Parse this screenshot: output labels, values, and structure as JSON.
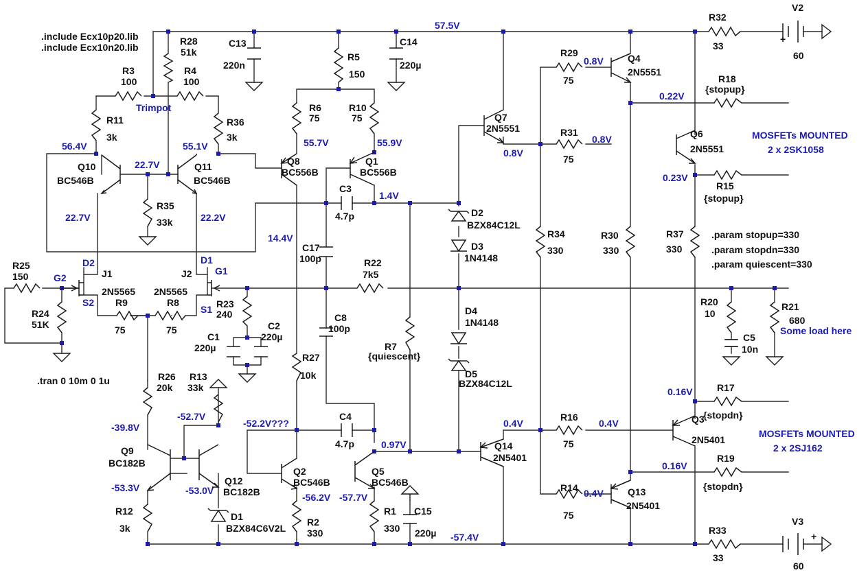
{
  "directives": [
    {
      "id": "include1",
      "text": ".include Ecx10p20.lib"
    },
    {
      "id": "include2",
      "text": ".include Ecx10n20.lib"
    },
    {
      "id": "tran",
      "text": ".tran 0 10m 0 1u"
    },
    {
      "id": "param1",
      "text": ".param stopup=330"
    },
    {
      "id": "param2",
      "text": ".param stopdn=330"
    },
    {
      "id": "param3",
      "text": ".param quiescent=330"
    }
  ],
  "components": [
    {
      "id": "R3",
      "name": "R3",
      "value": "100"
    },
    {
      "id": "R4",
      "name": "R4",
      "value": "100"
    },
    {
      "id": "R28",
      "name": "R28",
      "value": "51k"
    },
    {
      "id": "C13",
      "name": "C13",
      "value": "220n"
    },
    {
      "id": "R5",
      "name": "R5",
      "value": "150"
    },
    {
      "id": "C14",
      "name": "C14",
      "value": "220µ"
    },
    {
      "id": "R11",
      "name": "R11",
      "value": "3k"
    },
    {
      "id": "R36",
      "name": "R36",
      "value": "3k"
    },
    {
      "id": "R6",
      "name": "R6",
      "value": "75"
    },
    {
      "id": "R10",
      "name": "R10",
      "value": "75"
    },
    {
      "id": "Q10",
      "name": "Q10",
      "value": "BC546B"
    },
    {
      "id": "Q11",
      "name": "Q11",
      "value": "BC546B"
    },
    {
      "id": "Q8",
      "name": "Q8",
      "value": "BC556B"
    },
    {
      "id": "Q1",
      "name": "Q1",
      "value": "BC556B"
    },
    {
      "id": "R35",
      "name": "R35",
      "value": "33k"
    },
    {
      "id": "C3",
      "name": "C3",
      "value": "4.7p"
    },
    {
      "id": "C17",
      "name": "C17",
      "value": "100p"
    },
    {
      "id": "R22",
      "name": "R22",
      "value": "7k5"
    },
    {
      "id": "R25",
      "name": "R25",
      "value": "150"
    },
    {
      "id": "J1",
      "name": "J1",
      "value": "2N5565"
    },
    {
      "id": "J2",
      "name": "J2",
      "value": "2N5565"
    },
    {
      "id": "R24",
      "name": "R24",
      "value": "51K"
    },
    {
      "id": "R9",
      "name": "R9",
      "value": "75"
    },
    {
      "id": "R8",
      "name": "R8",
      "value": "75"
    },
    {
      "id": "R23",
      "name": "R23",
      "value": "240"
    },
    {
      "id": "C1",
      "name": "C1",
      "value": "220µ"
    },
    {
      "id": "C2",
      "name": "C2",
      "value": "220µ"
    },
    {
      "id": "C8",
      "name": "C8",
      "value": "100p"
    },
    {
      "id": "R7",
      "name": "R7",
      "value": "{quiescent}"
    },
    {
      "id": "R27",
      "name": "R27",
      "value": "10k"
    },
    {
      "id": "R26",
      "name": "R26",
      "value": "20k"
    },
    {
      "id": "R13",
      "name": "R13",
      "value": "33k"
    },
    {
      "id": "C4",
      "name": "C4",
      "value": "4.7p"
    },
    {
      "id": "Q9",
      "name": "Q9",
      "value": "BC182B"
    },
    {
      "id": "Q12",
      "name": "Q12",
      "value": "BC182B"
    },
    {
      "id": "Q2",
      "name": "Q2",
      "value": "BC546B"
    },
    {
      "id": "Q5",
      "name": "Q5",
      "value": "BC546B"
    },
    {
      "id": "R12",
      "name": "R12",
      "value": "3k"
    },
    {
      "id": "D1",
      "name": "D1",
      "value": "BZX84C6V2L"
    },
    {
      "id": "R2",
      "name": "R2",
      "value": "330"
    },
    {
      "id": "R1",
      "name": "R1",
      "value": "330"
    },
    {
      "id": "C15",
      "name": "C15",
      "value": "220µ"
    },
    {
      "id": "Q7",
      "name": "Q7",
      "value": "2N5551"
    },
    {
      "id": "D2",
      "name": "D2",
      "value": "BZX84C12L"
    },
    {
      "id": "D3",
      "name": "D3",
      "value": "1N4148"
    },
    {
      "id": "D4",
      "name": "D4",
      "value": "1N4148"
    },
    {
      "id": "D5",
      "name": "D5",
      "value": "BZX84C12L"
    },
    {
      "id": "Q14",
      "name": "Q14",
      "value": "2N5401"
    },
    {
      "id": "R29",
      "name": "R29",
      "value": "75"
    },
    {
      "id": "R31",
      "name": "R31",
      "value": "75"
    },
    {
      "id": "R34",
      "name": "R34",
      "value": "330"
    },
    {
      "id": "R16",
      "name": "R16",
      "value": "75"
    },
    {
      "id": "R14",
      "name": "R14",
      "value": "75"
    },
    {
      "id": "Q4",
      "name": "Q4",
      "value": "2N5551"
    },
    {
      "id": "Q6",
      "name": "Q6",
      "value": "2N5551"
    },
    {
      "id": "R30",
      "name": "R30",
      "value": "330"
    },
    {
      "id": "Q3",
      "name": "Q3",
      "value": "2N5401"
    },
    {
      "id": "Q13",
      "name": "Q13",
      "value": "2N5401"
    },
    {
      "id": "R18",
      "name": "R18",
      "value": "{stopup}"
    },
    {
      "id": "R15",
      "name": "R15",
      "value": "{stopup}"
    },
    {
      "id": "R37",
      "name": "R37",
      "value": "330"
    },
    {
      "id": "R17",
      "name": "R17",
      "value": "{stopdn}"
    },
    {
      "id": "R19",
      "name": "R19",
      "value": "{stopdn}"
    },
    {
      "id": "R32",
      "name": "R32",
      "value": "33"
    },
    {
      "id": "V2",
      "name": "V2",
      "value": "60"
    },
    {
      "id": "R20",
      "name": "R20",
      "value": "10"
    },
    {
      "id": "C5",
      "name": "C5",
      "value": "10n"
    },
    {
      "id": "R21",
      "name": "R21",
      "value": "680"
    },
    {
      "id": "R33",
      "name": "R33",
      "value": "33"
    },
    {
      "id": "V3",
      "name": "V3",
      "value": "60"
    }
  ],
  "pin_labels": [
    {
      "id": "d2",
      "text": "D2"
    },
    {
      "id": "s2",
      "text": "S2"
    },
    {
      "id": "g2",
      "text": "G2"
    },
    {
      "id": "d1",
      "text": "D1"
    },
    {
      "id": "s1",
      "text": "S1"
    },
    {
      "id": "g1",
      "text": "G1"
    },
    {
      "id": "trimpot",
      "text": "Trimpot"
    }
  ],
  "voltages": [
    {
      "id": "v_top",
      "text": "57.5V"
    },
    {
      "id": "v_q10c",
      "text": "56.4V"
    },
    {
      "id": "v_q11c",
      "text": "55.1V"
    },
    {
      "id": "v_tail",
      "text": "22.7V"
    },
    {
      "id": "v_q10e",
      "text": "22.7V"
    },
    {
      "id": "v_q11e",
      "text": "22.2V"
    },
    {
      "id": "v_q8e",
      "text": "55.7V"
    },
    {
      "id": "v_q1e",
      "text": "55.9V"
    },
    {
      "id": "v_q1c",
      "text": "1.4V"
    },
    {
      "id": "v_q8c",
      "text": "14.4V"
    },
    {
      "id": "v_q7e",
      "text": "0.8V"
    },
    {
      "id": "v_q4b",
      "text": "0.8V"
    },
    {
      "id": "v_q6b",
      "text": "0.8V"
    },
    {
      "id": "v_q4e",
      "text": "0.22V"
    },
    {
      "id": "v_q6e",
      "text": "0.23V"
    },
    {
      "id": "v_q9c",
      "text": "-39.8V"
    },
    {
      "id": "v_q12c",
      "text": "-52.7V"
    },
    {
      "id": "v_q2c",
      "text": "-52.2V???"
    },
    {
      "id": "v_q9e",
      "text": "-53.3V"
    },
    {
      "id": "v_q12e",
      "text": "-53.0V"
    },
    {
      "id": "v_q2e",
      "text": "-56.2V"
    },
    {
      "id": "v_q5e",
      "text": "-57.7V"
    },
    {
      "id": "v_q5c",
      "text": "0.97V"
    },
    {
      "id": "v_bot",
      "text": "-57.4V"
    },
    {
      "id": "v_q14e",
      "text": "0.4V"
    },
    {
      "id": "v_q3b",
      "text": "0.4V"
    },
    {
      "id": "v_q13b",
      "text": "0.4V"
    },
    {
      "id": "v_q3e",
      "text": "0.16V"
    },
    {
      "id": "v_q13e",
      "text": "0.16V"
    }
  ],
  "notes": [
    {
      "id": "mosfet_up1",
      "text": "MOSFETs MOUNTED"
    },
    {
      "id": "mosfet_up2",
      "text": "2 x 2SK1058"
    },
    {
      "id": "mosfet_dn1",
      "text": "MOSFETs MOUNTED"
    },
    {
      "id": "mosfet_dn2",
      "text": "2 x 2SJ162"
    },
    {
      "id": "load",
      "text": "Some load here"
    }
  ],
  "colors": {
    "voltage": "#1b1bb4",
    "text": "#111111",
    "wire": "#2a2a2a"
  }
}
